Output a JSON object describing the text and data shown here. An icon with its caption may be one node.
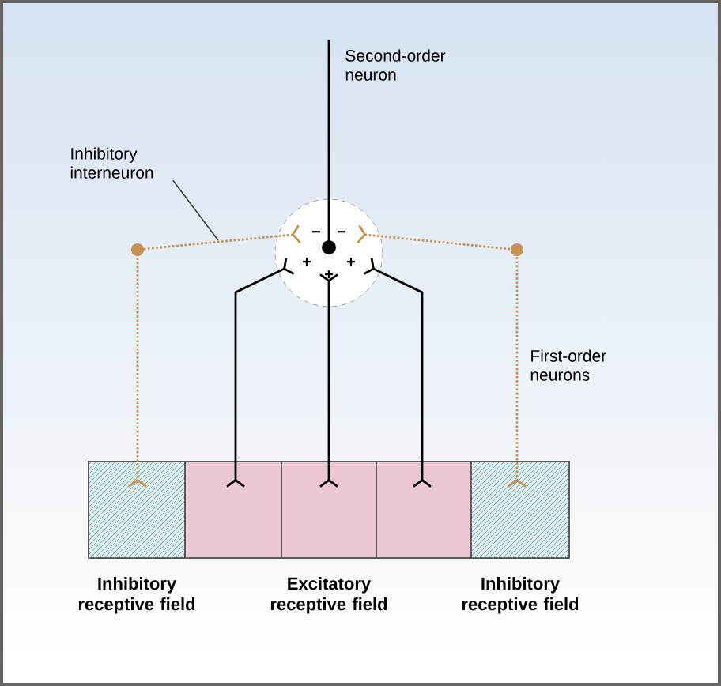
{
  "diagram": {
    "nodes": [
      {
        "text": [
          "Inhibitory receptive field"
        ]
      },
      {
        "text": [],
        "shape": "box"
      },
      {
        "text": [
          "Excitatory receptive field"
        ]
      },
      {
        "text": [],
        "shape": "box"
      },
      {
        "text": [
          "Inhibitory receptive field"
        ]
      },
      {
        "text": [],
        "shape": "circle"
      },
      {
        "text": [
          "Inhibitory interneuron"
        ]
      }
    ],
    "edges": [
      {
        "from": 1,
        "to": 5,
        "arrow": "other"
      },
      {
        "from": 2,
        "to": 5,
        "arrow": "other"
      },
      {
        "from": 3,
        "to": 5,
        "arrow": "other"
      },
      {
        "from": 5,
        "to": 0,
        "arrow": "other",
        "style": "dashed",
        "color": "#c4914f"
      },
      {
        "from": 5,
        "to": 4,
        "arrow": "other",
        "style": "dashed",
        "color": "#c4914f"
      },
      {
        "from": 5,
        "to": null,
        "arrow": "other",
        "color": "#000000"
      },
      {
        "from": 6,
        "to": null,
        "arrow": "none",
        "color": "#3c3c3c"
      }
    ],
    "labels": [
      "Second-order neuron",
      "−",
      "−",
      "+",
      "+",
      "+",
      "First-order neurons"
    ]
  }
}
